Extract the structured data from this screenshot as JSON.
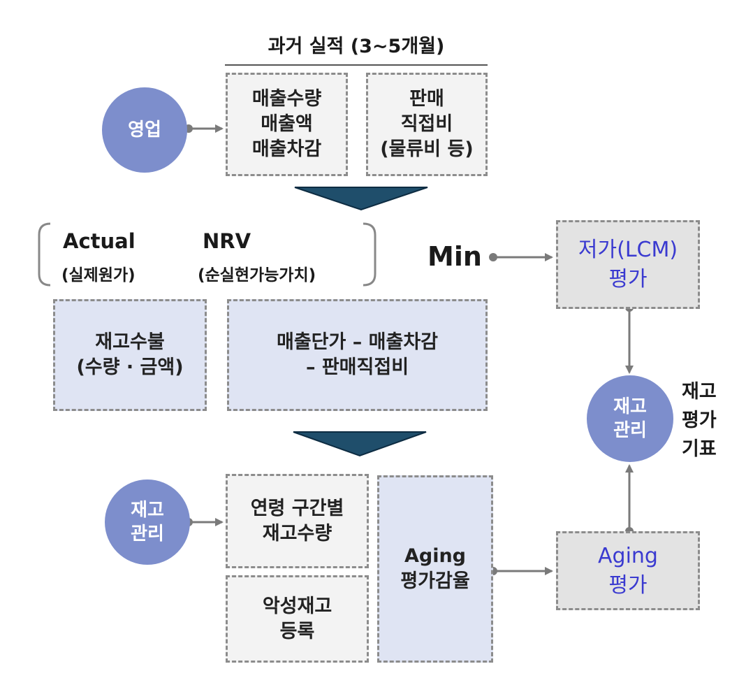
{
  "header": {
    "past_performance": "과거 실적 (3~5개월)"
  },
  "top": {
    "sales_circle": "영업",
    "sales_box": "매출수량\n매출액\n매출차감",
    "cost_box": "판매\n직접비\n(물류비 등)"
  },
  "middle": {
    "actual_label": "Actual",
    "actual_sub": "(실제원가)",
    "nrv_label": "NRV",
    "nrv_sub": "(순실현가능가치)",
    "min_label": "Min",
    "lcm_box": "저가(LCM)\n평가",
    "inventory_box": "재고수불\n(수량 · 금액)",
    "nrv_formula_box": "매출단가 – 매출차감\n– 판매직접비"
  },
  "bottom": {
    "inventory_circle": "재고\n관리",
    "age_box": "연령 구간별\n재고수량",
    "bad_stock_box": "악성재고\n등록",
    "aging_rate_box": "Aging\n평가감율",
    "aging_eval_box": "Aging\n평가"
  },
  "right": {
    "inventory_circle": "재고\n관리",
    "indicator_label": "재고\n평가\n기표"
  },
  "colors": {
    "circle": "#7d8ecc",
    "accent_text": "#3a3ad0",
    "arrow_triangle": "#1f4e6b",
    "connector": "#7a7a7a"
  }
}
